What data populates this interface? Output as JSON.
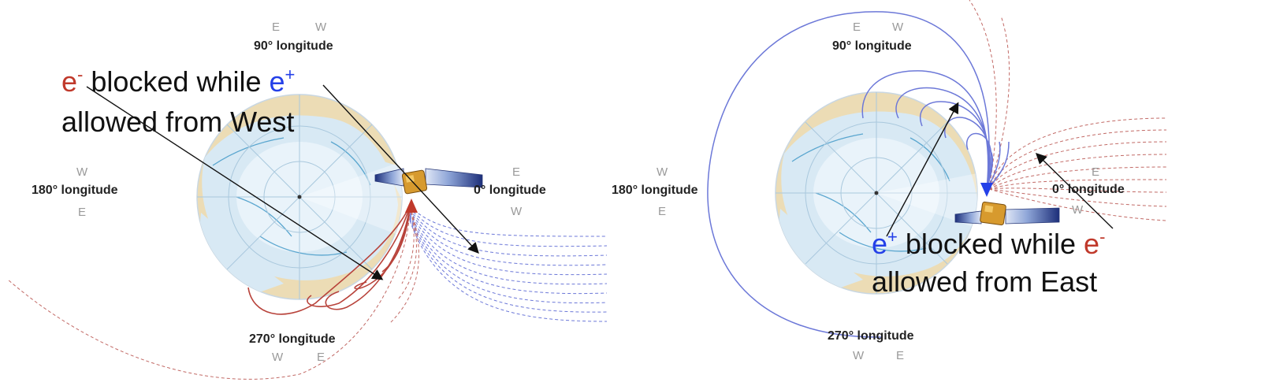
{
  "colors": {
    "globe_land": "#ecdcb5",
    "globe_ocean": "#d8e9f4",
    "ice": "#e9f3fa",
    "coast": "#5aa6cf",
    "electron": "#c0392b",
    "positron": "#2440e8",
    "positron_line": "#6c78d8",
    "electron_line": "#b8433b"
  },
  "left": {
    "lon90": "90° longitude",
    "lon0": "0° longitude",
    "lon180": "180° longitude",
    "lon270": "270° longitude",
    "dir_top_e": "E",
    "dir_top_w": "W",
    "dir_right_e": "E",
    "dir_right_w": "W",
    "dir_left_w": "W",
    "dir_left_e": "E",
    "dir_bot_w": "W",
    "dir_bot_e": "E",
    "caption": {
      "sym1": "e",
      "sup1": "-",
      "mid1": " blocked while ",
      "sym2": "e",
      "sup2": "+",
      "line2": "allowed from West"
    }
  },
  "right": {
    "lon90": "90° longitude",
    "lon0": "0° longitude",
    "lon180": "180° longitude",
    "lon270": "270° longitude",
    "dir_top_e": "E",
    "dir_top_w": "W",
    "dir_right_e": "E",
    "dir_right_w": "W",
    "dir_left_w": "W",
    "dir_left_e": "E",
    "dir_bot_w": "W",
    "dir_bot_e": "E",
    "caption": {
      "sym1": "e",
      "sup1": "+",
      "mid1": " blocked while ",
      "sym2": "e",
      "sup2": "-",
      "line2": "allowed from East"
    }
  }
}
